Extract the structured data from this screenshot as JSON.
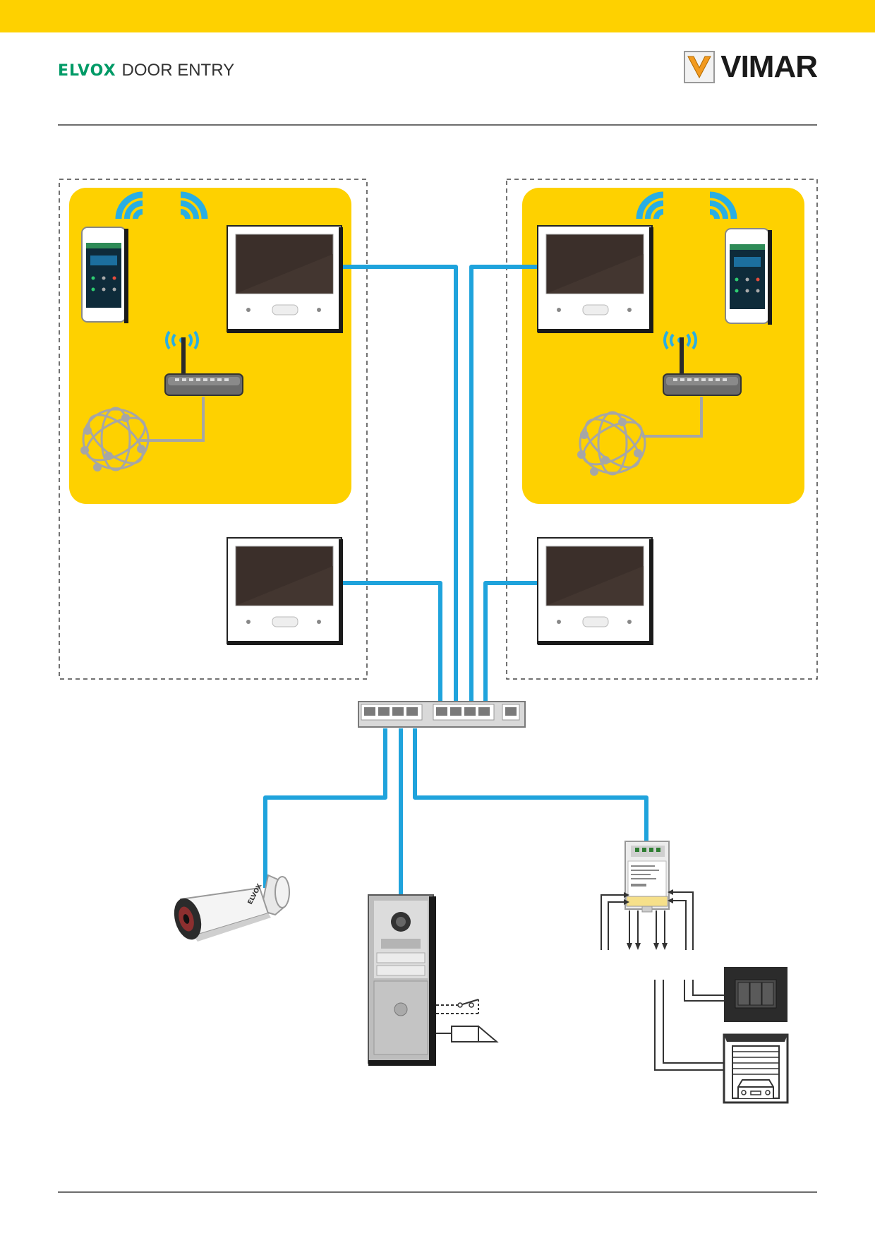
{
  "header": {
    "brand_mark": "ELVOX",
    "brand_sub": "DOOR ENTRY",
    "company": "VIMAR"
  },
  "colors": {
    "band": "#fed100",
    "zone": "#fed100",
    "cable": "#1fa3dc",
    "wifi": "#29aee3",
    "brand_green": "#009a66"
  },
  "icons": [
    "wifi-icon",
    "smartphone-icon",
    "video-monitor-icon",
    "router-icon",
    "internet-globe-icon",
    "network-switch-icon",
    "cctv-camera-icon",
    "outdoor-station-icon",
    "io-module-icon",
    "wall-switch-icon",
    "garage-door-icon",
    "door-contact-icon",
    "door-lock-icon"
  ]
}
